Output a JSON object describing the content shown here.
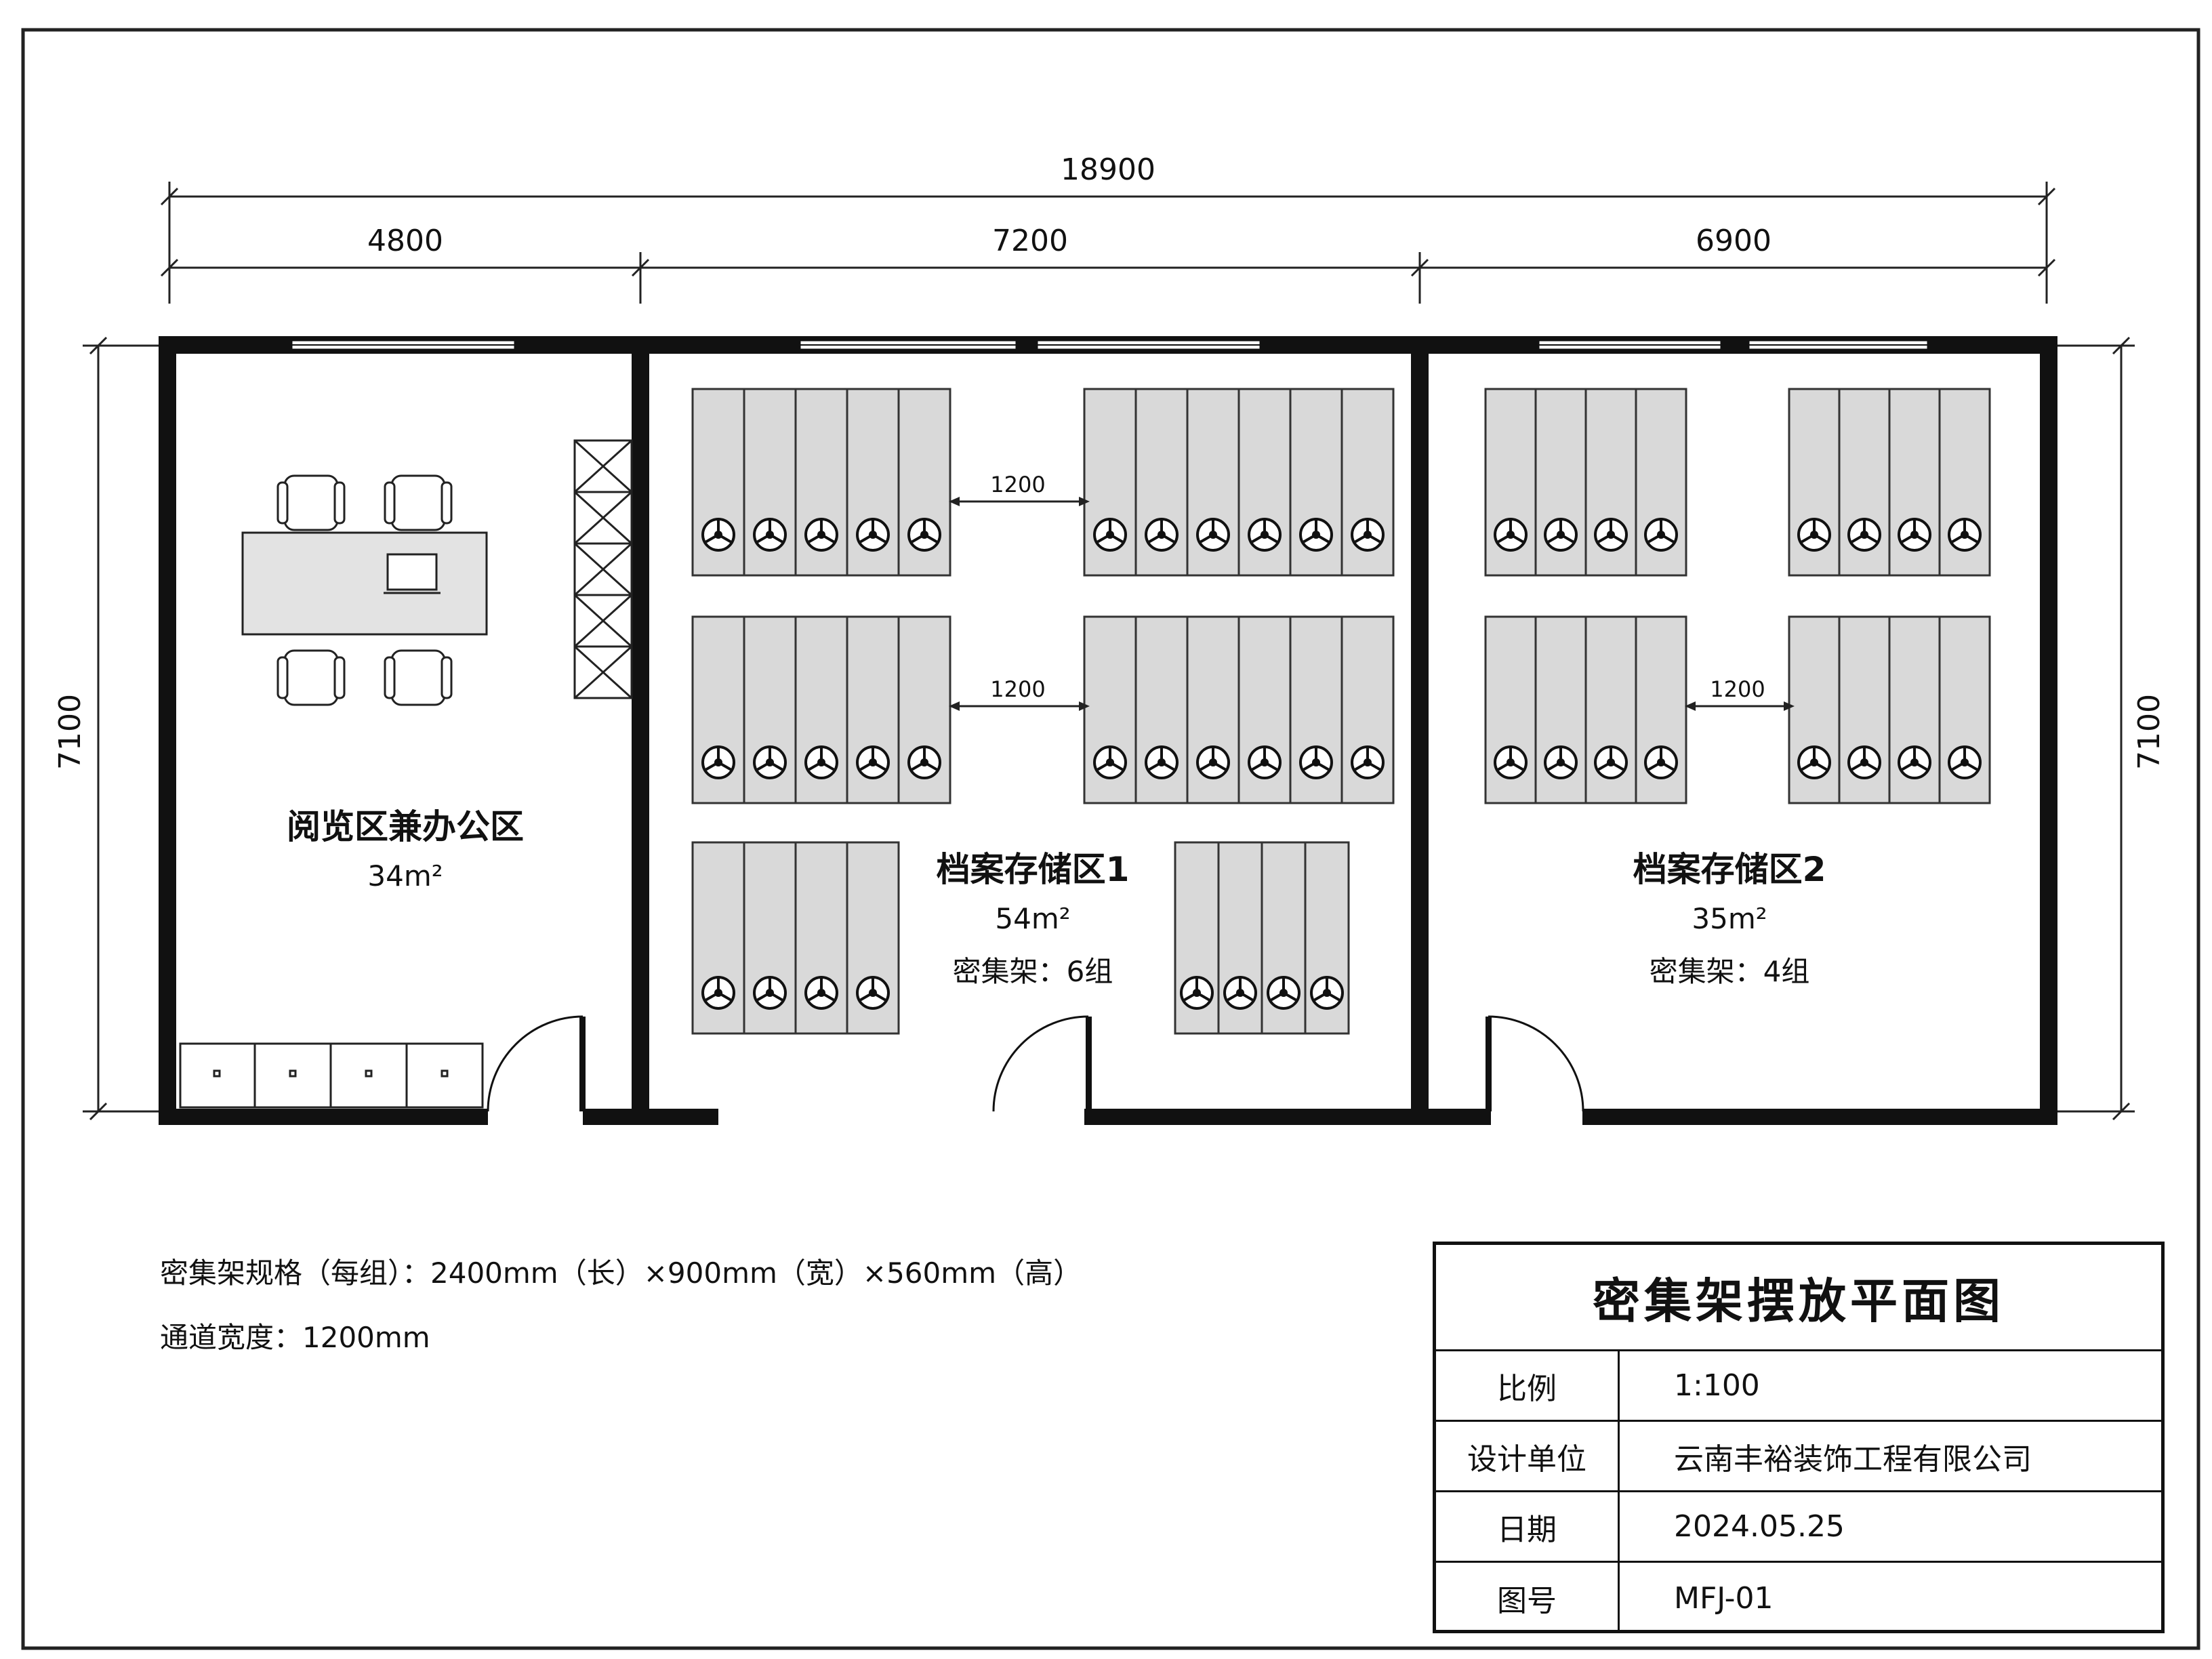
{
  "drawing": {
    "dimensions": {
      "total_width": "18900",
      "segments": [
        "4800",
        "7200",
        "6900"
      ],
      "height_left": "7100",
      "height_right": "7100",
      "aisle_labels": [
        "1200",
        "1200",
        "1200"
      ]
    },
    "rooms": [
      {
        "name": "阅览区兼办公区",
        "area": "34m²"
      },
      {
        "name": "档案存储区1",
        "area": "54m²",
        "racks": "密集架：6组"
      },
      {
        "name": "档案存储区2",
        "area": "35m²",
        "racks": "密集架：4组"
      }
    ]
  },
  "notes": {
    "spec": "密集架规格（每组）：2400mm（长）×900mm（宽）×560mm（高）",
    "aisle": "通道宽度：1200mm"
  },
  "title_block": {
    "title": "密集架摆放平面图",
    "rows": [
      {
        "key": "比例",
        "value": "1:100"
      },
      {
        "key": "设计单位",
        "value": "云南丰裕装饰工程有限公司"
      },
      {
        "key": "日期",
        "value": "2024.05.25"
      },
      {
        "key": "图号",
        "value": "MFJ-01"
      }
    ]
  }
}
